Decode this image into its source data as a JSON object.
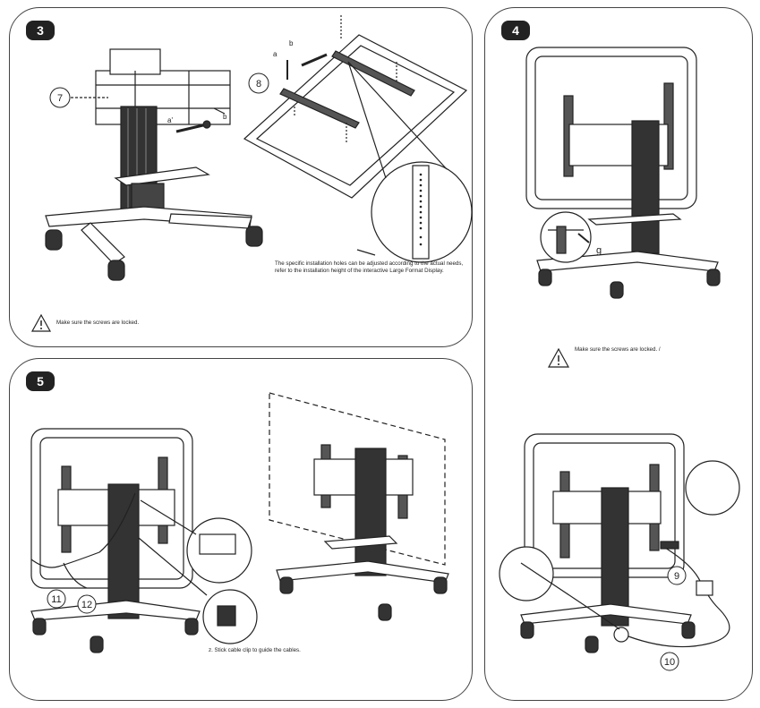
{
  "panels": {
    "step3": {
      "number": "3",
      "callouts": {
        "c7": "7",
        "c8": "8",
        "a": "a",
        "b_top": "b",
        "a_prime": "a'",
        "b_side": "b"
      },
      "note_adjust": "The specific installation holes can be adjusted according to the actual needs, refer to the installation height of the interactive Large Format Display.",
      "warning": "Make sure the screws are locked."
    },
    "step4": {
      "number": "4",
      "callouts": {
        "g": "g",
        "c9": "9",
        "c10": "10"
      },
      "warning": "Make sure the screws are locked. /"
    },
    "step5": {
      "number": "5",
      "callouts": {
        "c11": "11",
        "c12": "12"
      },
      "note_clip": "z. Stick cable clip to guide the cables."
    }
  },
  "icons": {
    "warning": "warning-triangle-icon"
  },
  "colors": {
    "ink": "#222222",
    "panel_border": "#444444",
    "badge": "#222222"
  }
}
